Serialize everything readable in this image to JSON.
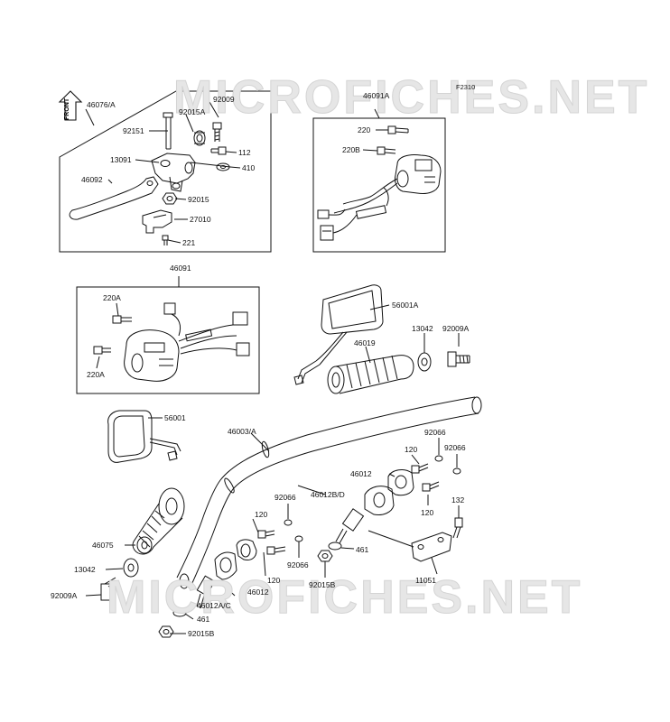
{
  "diagram": {
    "code": "F2310",
    "watermark": "MICROFICHES.NET",
    "front_label": "FRONT",
    "labels": {
      "p46076A": "46076/A",
      "p92009_top": "92009",
      "p92015A": "92015A",
      "p92151": "92151",
      "p13091": "13091",
      "p112": "112",
      "p410": "410",
      "p46092": "46092",
      "p92015": "92015",
      "p27010": "27010",
      "p221": "221",
      "p46091A": "46091A",
      "p220": "220",
      "p220B": "220B",
      "p46091": "46091",
      "p220A_1": "220A",
      "p220A_2": "220A",
      "p56001A": "56001A",
      "p13042_r": "13042",
      "p92009A_r": "92009A",
      "p46019": "46019",
      "p56001": "56001",
      "p46003A": "46003/A",
      "p92066_1": "92066",
      "p92066_2": "92066",
      "p120_1": "120",
      "p46012_r": "46012",
      "p46012BD": "46012B/D",
      "p92066_3": "92066",
      "p120_2": "120",
      "p120_3": "120",
      "p132": "132",
      "p461_r": "461",
      "p92066_4": "92066",
      "p92015B_r": "92015B",
      "p11051": "11051",
      "p46075": "46075",
      "p120_4": "120",
      "p13042_l": "13042",
      "p46012_l": "46012",
      "p92009A_l": "92009A",
      "p46012AC": "46012A/C",
      "p461_l": "461",
      "p92015B_l": "92015B"
    }
  }
}
